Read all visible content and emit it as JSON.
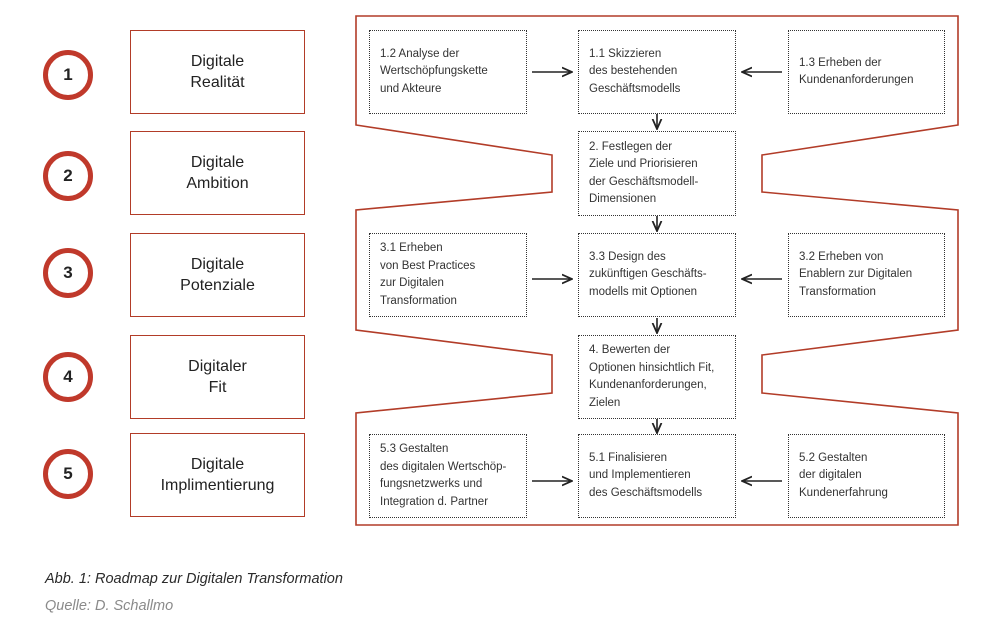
{
  "phases": [
    {
      "number": "1",
      "line1": "Digitale",
      "line2": "Realität"
    },
    {
      "number": "2",
      "line1": "Digitale",
      "line2": "Ambition"
    },
    {
      "number": "3",
      "line1": "Digitale",
      "line2": "Potenziale"
    },
    {
      "number": "4",
      "line1": "Digitaler",
      "line2": "Fit"
    },
    {
      "number": "5",
      "line1": "Digitale",
      "line2": "Implimentierung"
    }
  ],
  "steps": {
    "s1_2": [
      "1.2 Analyse der",
      "Wertschöpfungskette",
      "und Akteure"
    ],
    "s1_1": [
      "1.1 Skizzieren",
      "des bestehenden",
      "Geschäftsmodells"
    ],
    "s1_3": [
      "1.3 Erheben der",
      "Kundenanforderungen"
    ],
    "s2": [
      "2. Festlegen der",
      "Ziele und Priorisieren",
      "der Geschäftsmodell-",
      "Dimensionen"
    ],
    "s3_1": [
      "3.1 Erheben",
      "von Best Practices",
      "zur Digitalen",
      "Transformation"
    ],
    "s3_3": [
      "3.3 Design des",
      "zukünftigen Geschäfts-",
      "modells mit Optionen"
    ],
    "s3_2": [
      "3.2 Erheben von",
      "Enablern zur Digitalen",
      "Transformation"
    ],
    "s4": [
      "4. Bewerten der",
      "Optionen hinsichtlich Fit,",
      "Kundenanforderungen,",
      "Zielen"
    ],
    "s5_3": [
      "5.3 Gestalten",
      "des digitalen Wertschöp-",
      "fungsnetzwerks und",
      "Integration d. Partner"
    ],
    "s5_1": [
      "5.1 Finalisieren",
      "und Implementieren",
      "des Geschäftsmodells"
    ],
    "s5_2": [
      "5.2 Gestalten",
      "der digitalen",
      "Kundenerfahrung"
    ]
  },
  "caption": {
    "title": "Abb. 1: Roadmap zur Digitalen Transformation",
    "source": "Quelle: D. Schallmo"
  },
  "colors": {
    "accent": "#c0392b",
    "frame": "#b23c28"
  }
}
